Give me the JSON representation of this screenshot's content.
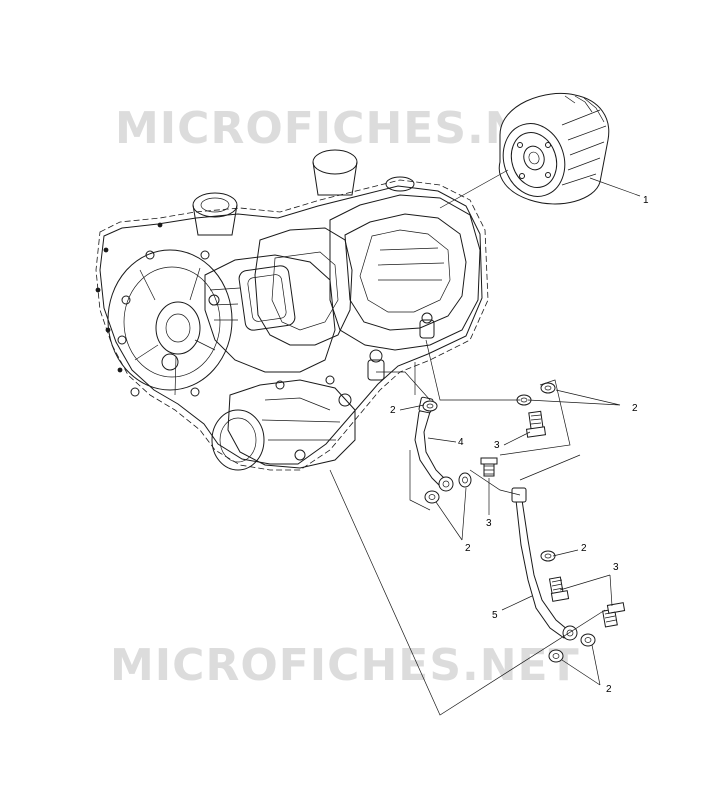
{
  "watermark": {
    "text": "MICROFICHES.NET"
  },
  "callouts": {
    "c1": "1",
    "c2a": "2",
    "c2b": "2",
    "c2c": "2",
    "c2d": "2",
    "c2e": "2",
    "c3a": "3",
    "c3b": "3",
    "c3c": "3",
    "c4": "4",
    "c5": "5"
  }
}
